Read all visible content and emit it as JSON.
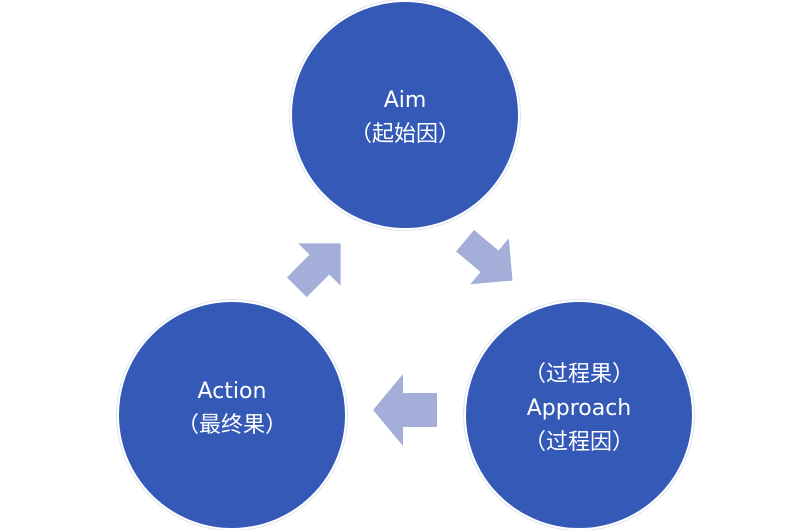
{
  "colors": {
    "circle_fill": "#3559b6",
    "circle_text": "#ffffff",
    "arrow_fill": "#a3afd8",
    "background": "#ffffff"
  },
  "nodes": {
    "aim": {
      "lines": [
        "Aim",
        "（起始因）"
      ]
    },
    "approach": {
      "lines": [
        "（过程果）",
        "Approach",
        "（过程因）"
      ]
    },
    "action": {
      "lines": [
        "Action",
        "（最终果）"
      ]
    }
  },
  "arrows": [
    {
      "from": "aim",
      "to": "approach",
      "icon": "arrow-icon"
    },
    {
      "from": "approach",
      "to": "action",
      "icon": "arrow-icon"
    },
    {
      "from": "action",
      "to": "aim",
      "icon": "arrow-icon"
    }
  ]
}
